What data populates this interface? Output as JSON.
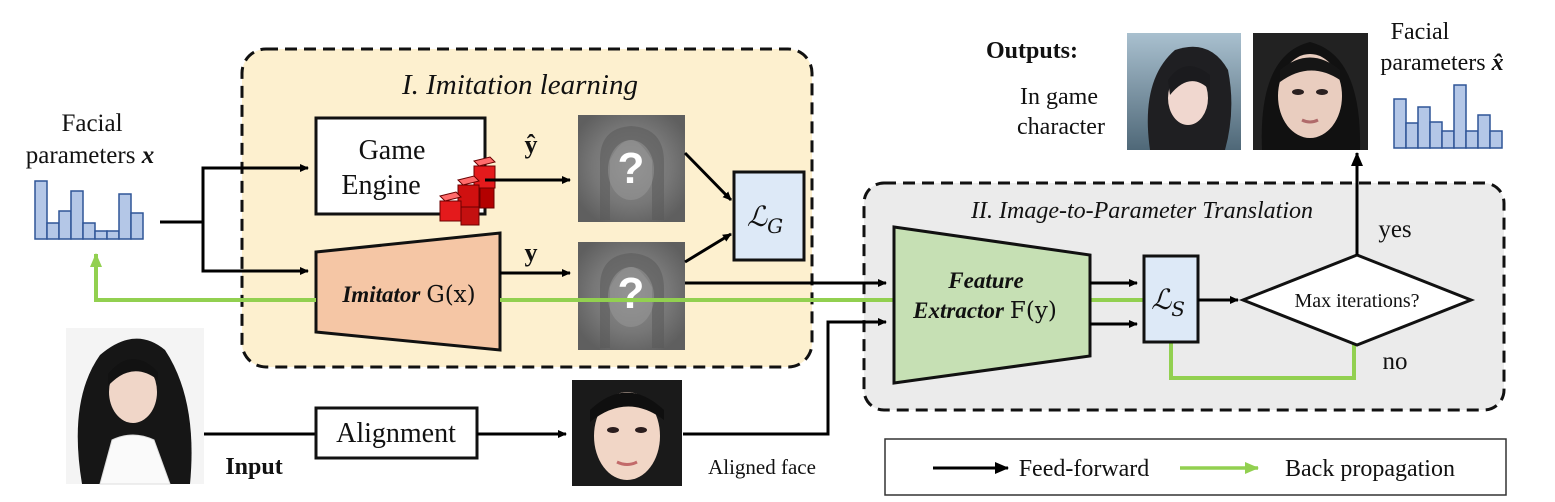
{
  "imitation_panel": {
    "title": "I. Imitation learning"
  },
  "translation_panel": {
    "title": "II. Image-to-Parameter Translation"
  },
  "input_params": {
    "line1": "Facial",
    "line2": "parameters ",
    "symbol": "x"
  },
  "output_params": {
    "line1": "Facial",
    "line2": "parameters ",
    "symbol": "x̂"
  },
  "game_engine": {
    "line1": "Game",
    "line2": "Engine"
  },
  "imitator": {
    "label": "Imitator",
    "math": "G(x)"
  },
  "feature_extractor": {
    "line1": "Feature",
    "line2_bold": "Extractor",
    "math": "F(y)"
  },
  "loss_g": {
    "script": "ℒ",
    "sub": "G"
  },
  "loss_s": {
    "script": "ℒ",
    "sub": "S"
  },
  "labels": {
    "y_hat": "ŷ",
    "y": "y",
    "question": "?"
  },
  "decision": {
    "text": "Max iterations?",
    "yes": "yes",
    "no": "no"
  },
  "outputs": {
    "title": "Outputs:",
    "line1": "In game",
    "line2": "character"
  },
  "alignment": {
    "label": "Alignment"
  },
  "input": {
    "label": "Input"
  },
  "aligned_face": {
    "label": "Aligned face"
  },
  "legend": {
    "feed_forward": "Feed-forward",
    "back_propagation": "Back propagation"
  },
  "colors": {
    "imitation_bg": "#fdf0cf",
    "translation_bg": "#ebebeb",
    "imitator_fill": "#f5c6a5",
    "extractor_fill": "#c6e0b4",
    "loss_fill": "#dde9f7",
    "histogram_fill": "#b4c7e7",
    "histogram_stroke": "#2f5597",
    "feed_forward": "#000000",
    "back_propagation": "#92d050",
    "cube_red": "#e41a1c"
  }
}
